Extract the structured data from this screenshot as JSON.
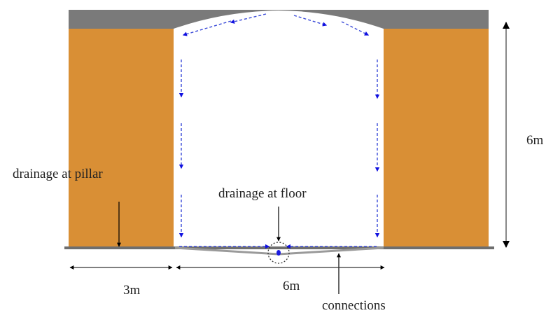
{
  "labels": {
    "drainage_pillar": "drainage  at  pillar",
    "drainage_floor": "drainage  at  floor",
    "height": "6m",
    "width_pillar": "3m",
    "width_tunnel": "6m",
    "connections": "connections"
  },
  "colors": {
    "rock": "#d98f35",
    "roof": "#7a7a7a",
    "floor": "#6e6e6e",
    "flow_arrow": "#1010e0",
    "dimension": "#000000"
  },
  "icons": {
    "flow_arrows": "blue-dashed-arrow",
    "dimension_arrows": "black-double-arrow",
    "drain_point": "dotted-circle-with-dot"
  }
}
